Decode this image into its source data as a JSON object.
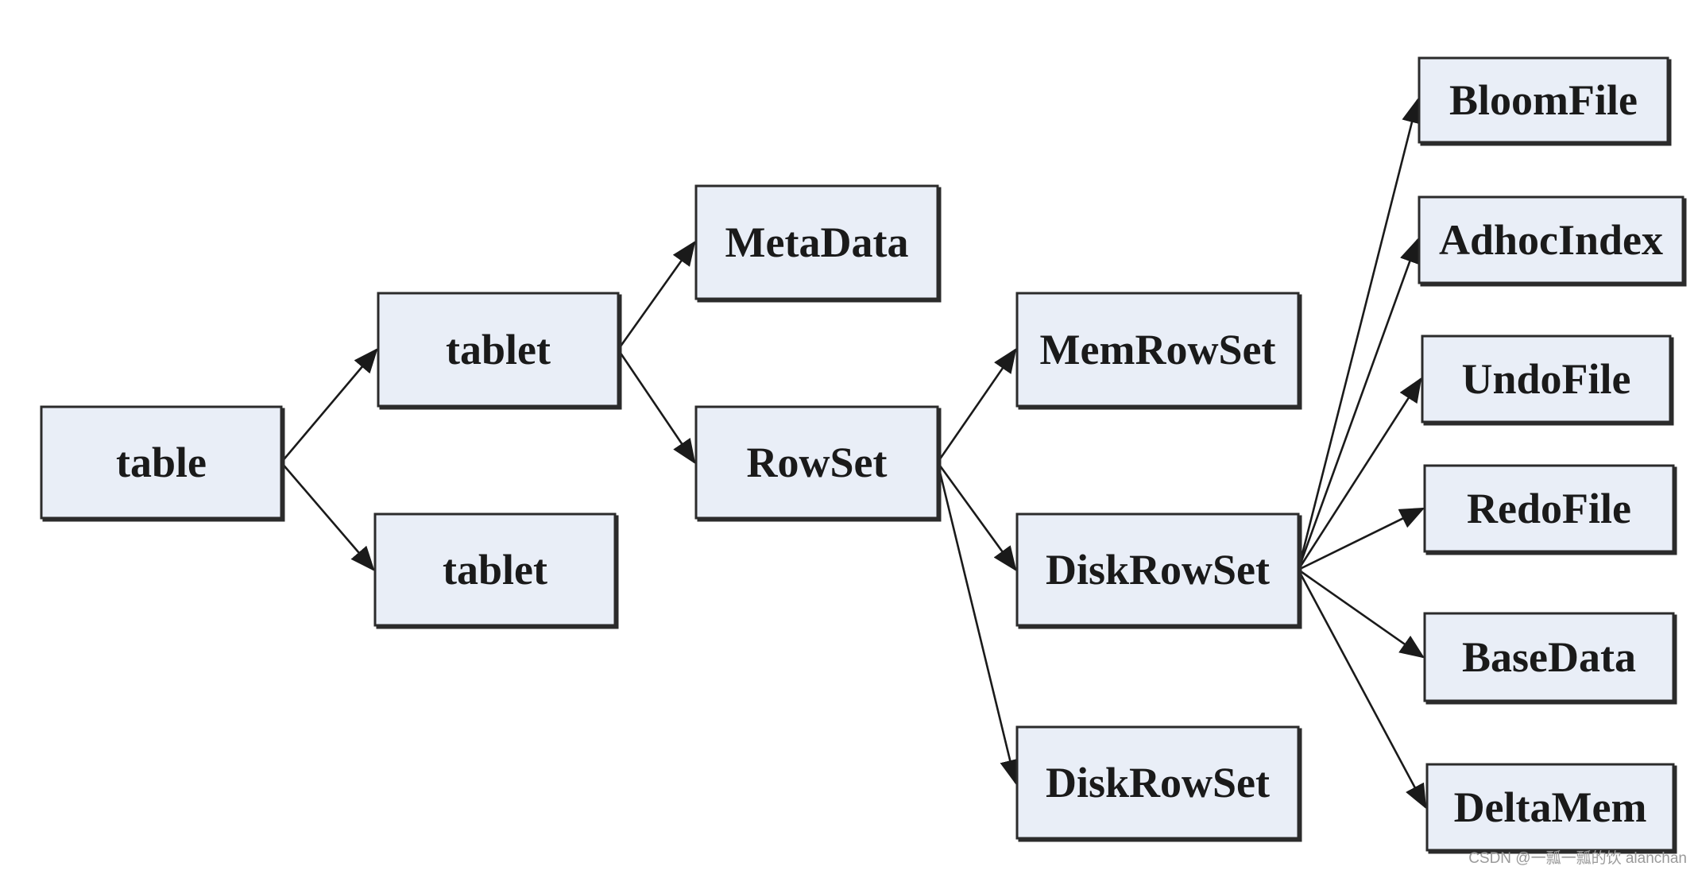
{
  "diagram": {
    "nodes": [
      {
        "id": "table",
        "label": "table"
      },
      {
        "id": "tablet1",
        "label": "tablet"
      },
      {
        "id": "tablet2",
        "label": "tablet"
      },
      {
        "id": "metadata",
        "label": "MetaData"
      },
      {
        "id": "rowset",
        "label": "RowSet"
      },
      {
        "id": "memrowset",
        "label": "MemRowSet"
      },
      {
        "id": "diskrowset1",
        "label": "DiskRowSet"
      },
      {
        "id": "diskrowset2",
        "label": "DiskRowSet"
      },
      {
        "id": "bloomfile",
        "label": "BloomFile"
      },
      {
        "id": "adhocindex",
        "label": "AdhocIndex"
      },
      {
        "id": "undofile",
        "label": "UndoFile"
      },
      {
        "id": "redofile",
        "label": "RedoFile"
      },
      {
        "id": "basedata",
        "label": "BaseData"
      },
      {
        "id": "deltamem",
        "label": "DeltaMem"
      }
    ],
    "edges": [
      {
        "from": "table",
        "to": "tablet1"
      },
      {
        "from": "table",
        "to": "tablet2"
      },
      {
        "from": "tablet1",
        "to": "metadata"
      },
      {
        "from": "tablet1",
        "to": "rowset"
      },
      {
        "from": "rowset",
        "to": "memrowset"
      },
      {
        "from": "rowset",
        "to": "diskrowset1"
      },
      {
        "from": "rowset",
        "to": "diskrowset2"
      },
      {
        "from": "diskrowset1",
        "to": "bloomfile"
      },
      {
        "from": "diskrowset1",
        "to": "adhocindex"
      },
      {
        "from": "diskrowset1",
        "to": "undofile"
      },
      {
        "from": "diskrowset1",
        "to": "redofile"
      },
      {
        "from": "diskrowset1",
        "to": "basedata"
      },
      {
        "from": "diskrowset1",
        "to": "deltamem"
      }
    ]
  },
  "watermark": "CSDN @一瓢一瓢的饮 alanchan"
}
